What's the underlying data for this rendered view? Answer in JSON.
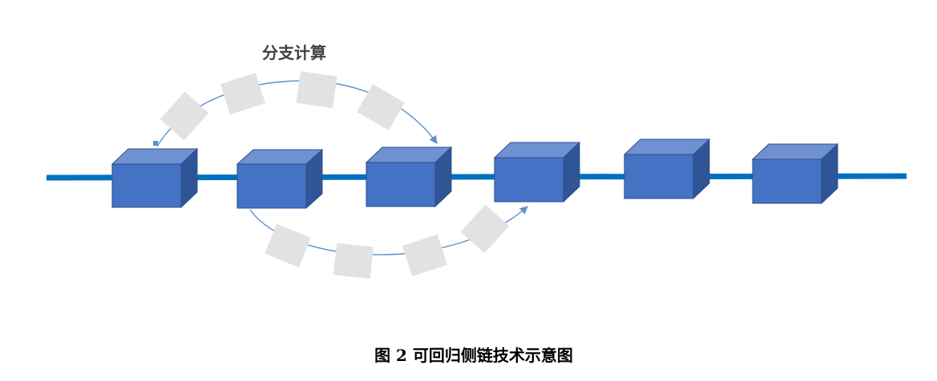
{
  "diagram": {
    "branch_label": "分支计算",
    "caption": "图 2 可回归侧链技术示意图",
    "main_chain": {
      "block_count": 6
    },
    "upper_branch": {
      "block_count": 4
    },
    "lower_branch": {
      "block_count": 4
    },
    "colors": {
      "chain_line": "#0070c0",
      "block_front": "#4472c4",
      "block_top": "#6f91d2",
      "block_side": "#2f5597",
      "block_edge": "#2c4f8a",
      "branch_block": "#e2e2e2",
      "branch_arrow": "#5b8fd0",
      "label_text": "#404040",
      "caption_text": "#000000"
    }
  }
}
